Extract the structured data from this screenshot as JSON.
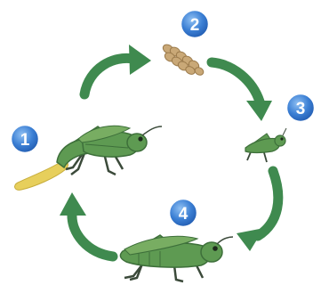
{
  "colors": {
    "arrow": "#3f8a4f",
    "arrow_dark": "#2c6a3b",
    "badge": "#2f6fc9",
    "badge_light": "#7fb3ee",
    "badge_ring": "#ffffff",
    "grasshopper_body": "#5e9a52",
    "grasshopper_stripe": "#3d6f3a",
    "grasshopper_leg": "#3b4a3a",
    "egg_pod": "#e7cf5c",
    "egg": "#c9a877",
    "egg_dark": "#9c7b4c"
  },
  "stages": [
    {
      "number": "1",
      "icon": "adult-laying-eggs-icon"
    },
    {
      "number": "2",
      "icon": "egg-cluster-icon"
    },
    {
      "number": "3",
      "icon": "nymph-icon"
    },
    {
      "number": "4",
      "icon": "adult-grasshopper-icon"
    }
  ],
  "arrows": [
    {
      "from": "1",
      "to": "2",
      "icon": "curved-arrow-icon"
    },
    {
      "from": "2",
      "to": "3",
      "icon": "curved-arrow-icon"
    },
    {
      "from": "3",
      "to": "4",
      "icon": "curved-arrow-icon"
    },
    {
      "from": "4",
      "to": "1",
      "icon": "curved-arrow-icon"
    }
  ]
}
